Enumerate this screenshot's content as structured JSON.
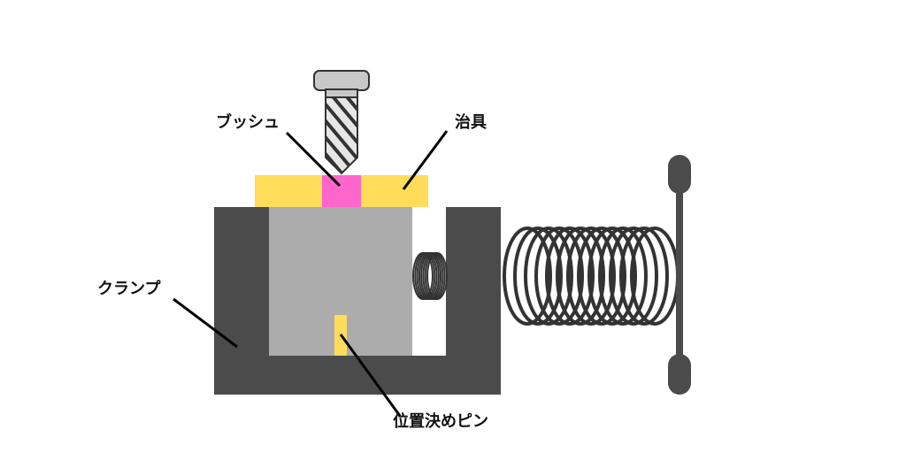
{
  "labels": {
    "bush": "ブッシュ",
    "jig": "治具",
    "clamp": "クランプ",
    "locating_pin": "位置決めピン"
  },
  "colors": {
    "jig_plate": "#ffdc5a",
    "bush": "#ff66cc",
    "clamp": "#4b4b4b",
    "workpiece": "#acacac",
    "drill": "#c8c8c8",
    "spring": "#333333",
    "handle": "#4b4b4b",
    "leader_line": "#000000"
  }
}
